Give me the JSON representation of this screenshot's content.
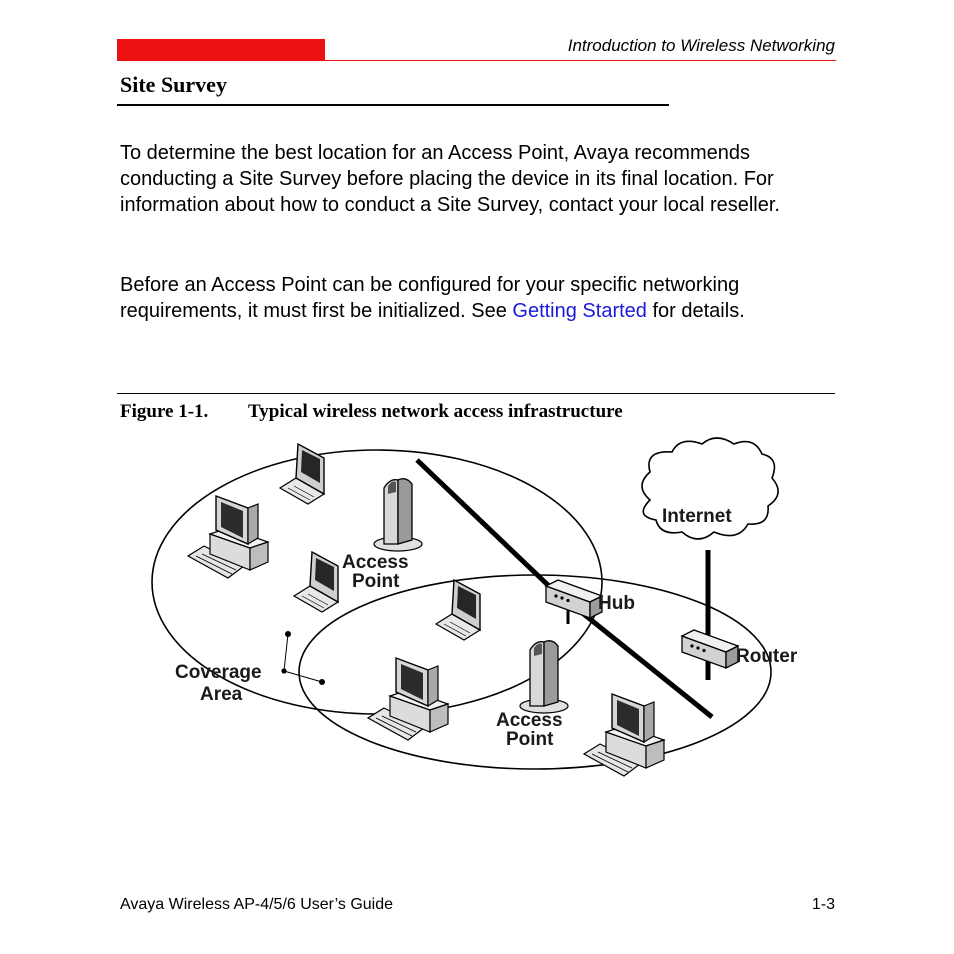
{
  "header": {
    "title": "Introduction to Wireless Networking",
    "accent_color": "#ee1111"
  },
  "section": {
    "title": "Site Survey"
  },
  "paragraphs": {
    "p1": "To determine the best location for an Access Point, Avaya recommends conducting a Site Survey before placing the device in its final location. For information about how to conduct a Site Survey, contact your local reseller.",
    "p2_before": "Before an Access Point can be configured for your specific networking requirements, it must first be initialized. See ",
    "p2_link": "Getting Started",
    "p2_after": " for details."
  },
  "figure": {
    "number": "Figure 1-1.",
    "title": "Typical wireless network access infrastructure",
    "labels": {
      "internet": "Internet",
      "hub": "Hub",
      "router": "Router",
      "access_point_1_line1": "Access",
      "access_point_1_line2": "Point",
      "access_point_2_line1": "Access",
      "access_point_2_line2": "Point",
      "coverage_line1": "Coverage",
      "coverage_line2": "Area"
    }
  },
  "footer": {
    "left": "Avaya Wireless AP-4/5/6 User’s Guide",
    "right": "1-3"
  }
}
